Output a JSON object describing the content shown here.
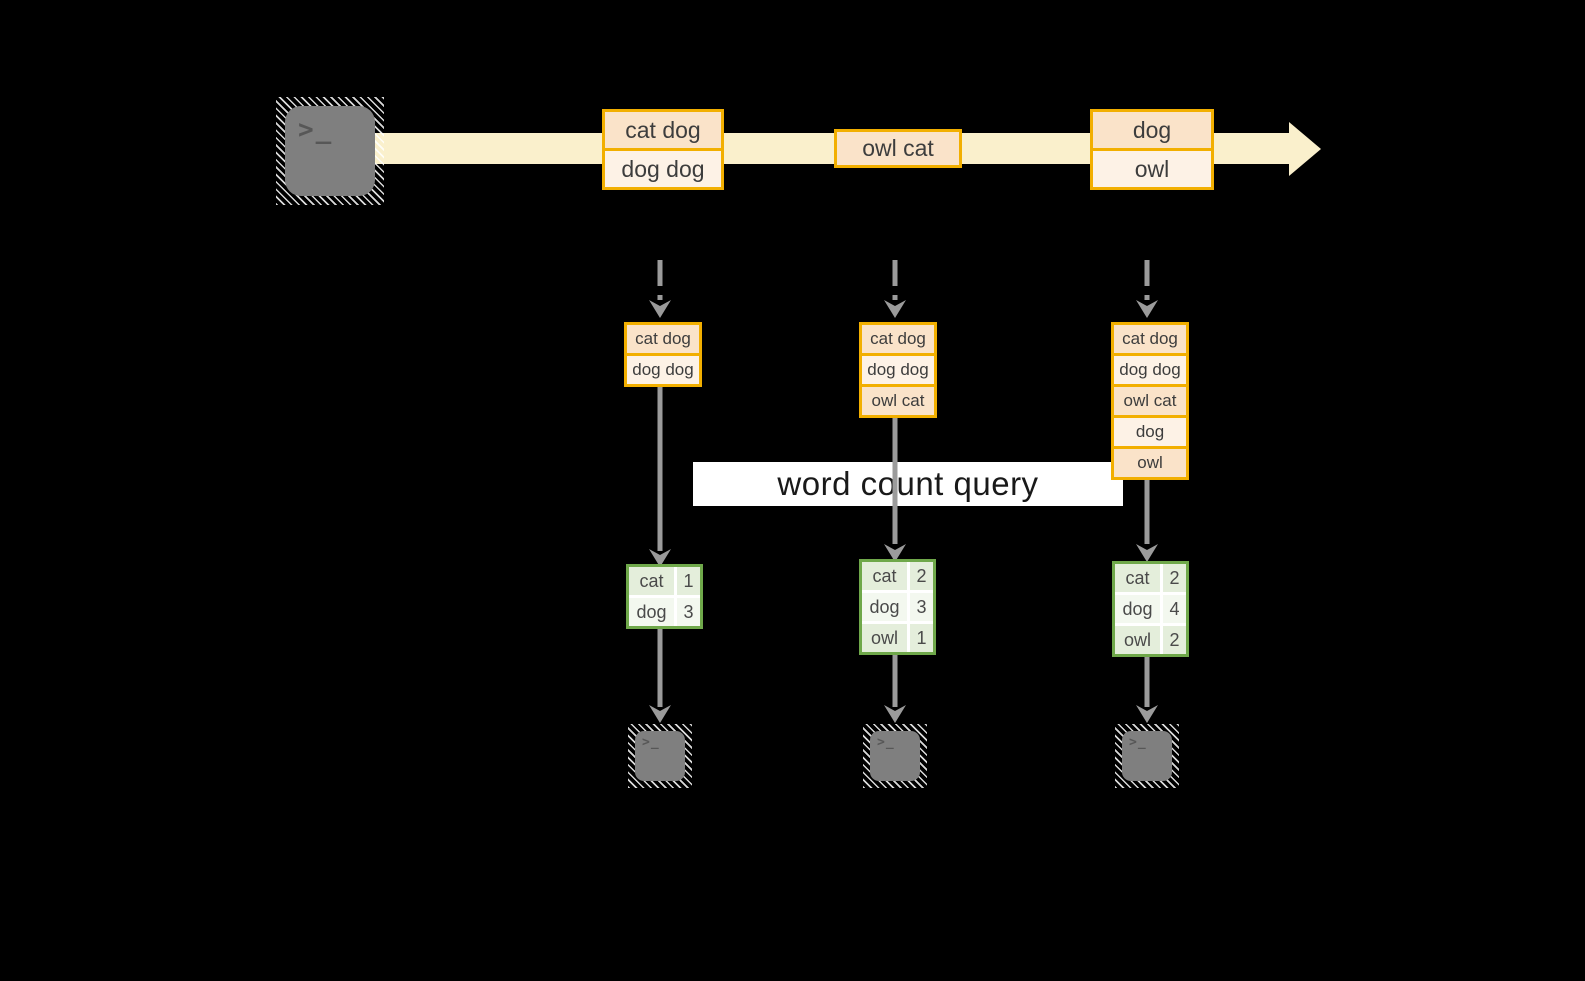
{
  "query": {
    "label": "word count query"
  },
  "stream": {
    "events": [
      {
        "lines": [
          "cat dog",
          "dog dog"
        ]
      },
      {
        "lines": [
          "owl cat"
        ]
      },
      {
        "lines": [
          "dog",
          "owl"
        ]
      }
    ]
  },
  "columns": [
    {
      "stack": [
        "cat dog",
        "dog dog"
      ],
      "counts": [
        [
          "cat",
          "1"
        ],
        [
          "dog",
          "3"
        ]
      ]
    },
    {
      "stack": [
        "cat dog",
        "dog dog",
        "owl cat"
      ],
      "counts": [
        [
          "cat",
          "2"
        ],
        [
          "dog",
          "3"
        ],
        [
          "owl",
          "1"
        ]
      ]
    },
    {
      "stack": [
        "cat dog",
        "dog dog",
        "owl cat",
        "dog",
        "owl"
      ],
      "counts": [
        [
          "cat",
          "2"
        ],
        [
          "dog",
          "4"
        ],
        [
          "owl",
          "2"
        ]
      ]
    }
  ],
  "icons": {
    "prompt": ">_"
  },
  "colors": {
    "background": "#000000",
    "stream_band": "#FAF0CC",
    "gold_border": "#F2AF00",
    "peach_fill": "#FAE3C9",
    "cream_fill": "#FDF2E6",
    "green_border": "#6FA84A",
    "green_fill_a": "#E4EEDB",
    "green_fill_b": "#F3F8EF",
    "arrow_gray": "#9B9B9B",
    "terminal_gray": "#7F7F7F"
  }
}
